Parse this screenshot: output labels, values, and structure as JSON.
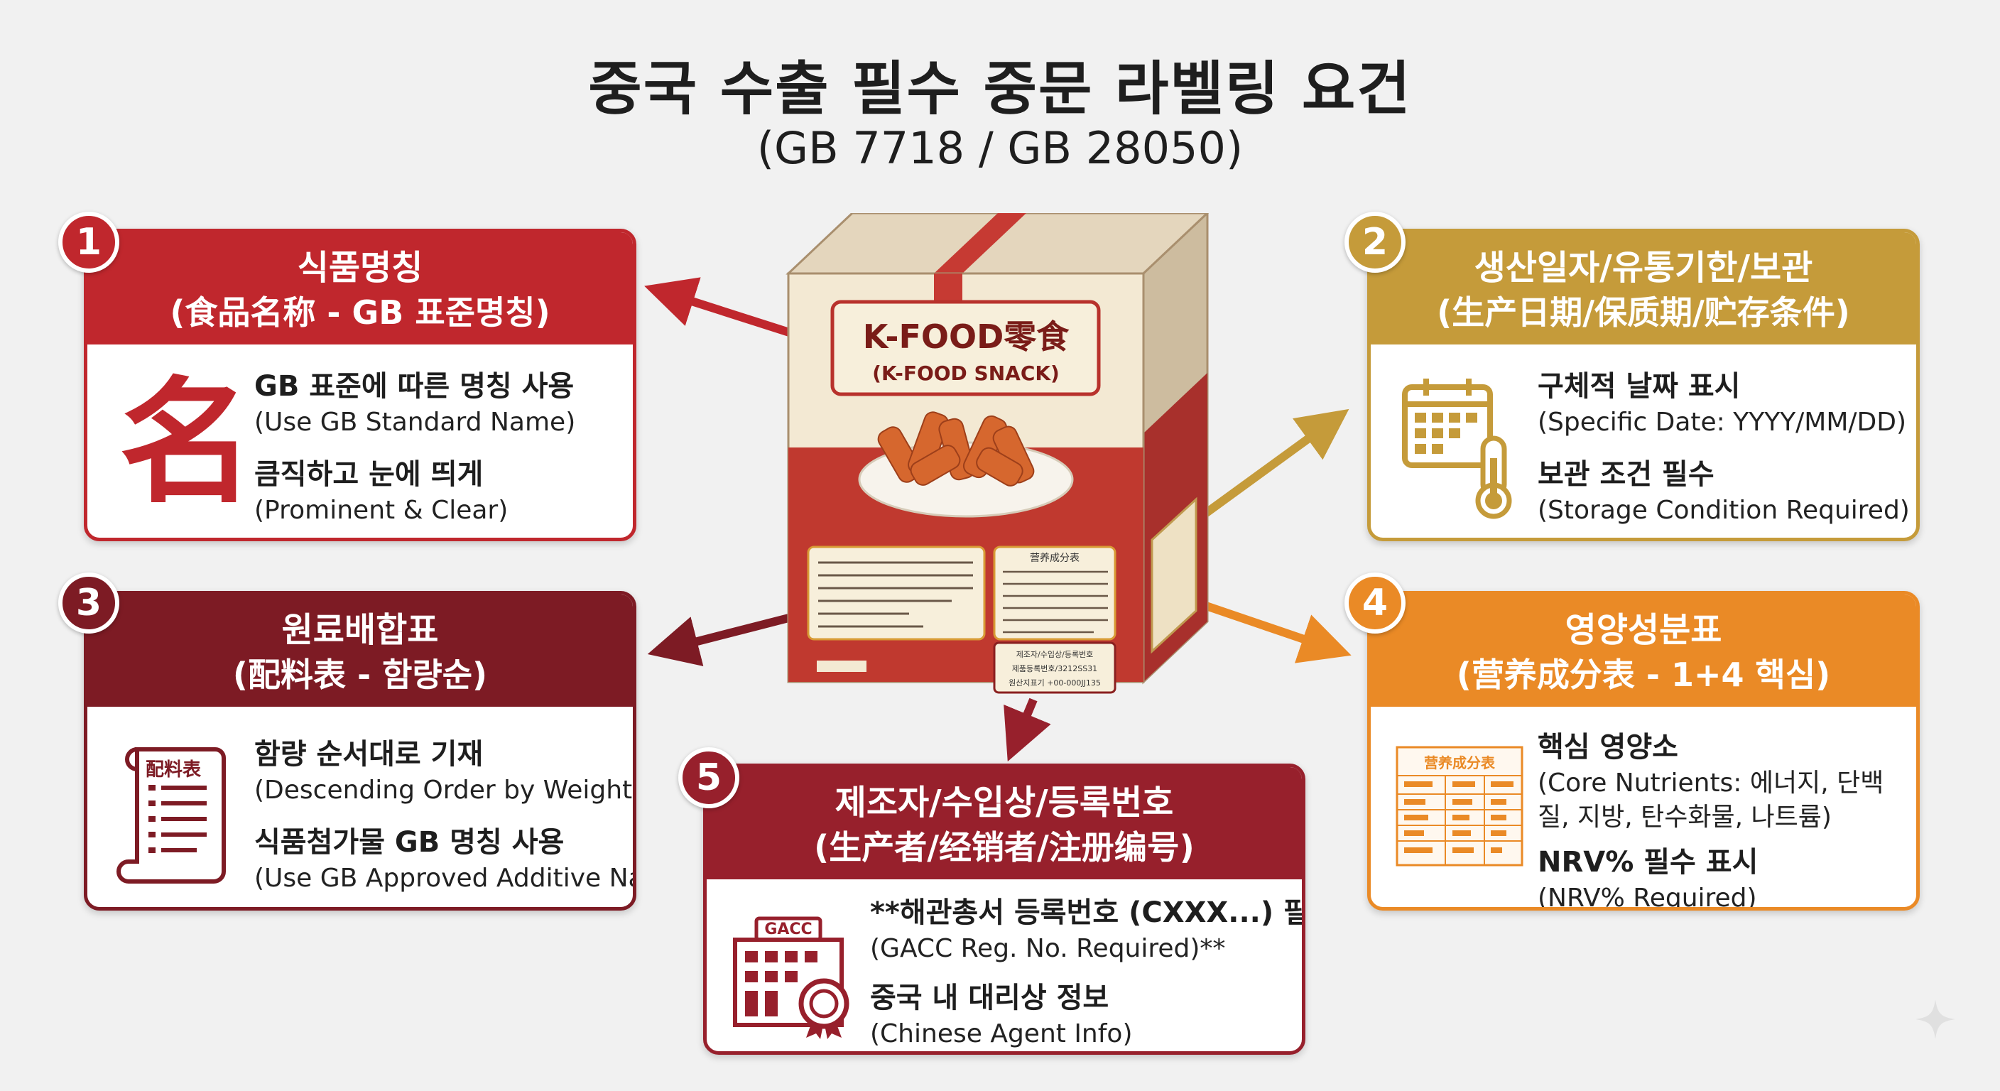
{
  "header": {
    "title": "중국 수출 필수 중문 라벨링 요건",
    "subtitle": "(GB 7718 / GB 28050)"
  },
  "colors": {
    "card1": "#c0272d",
    "card2": "#c59b3a",
    "card3": "#7d1b24",
    "card4": "#ea8a26",
    "card5": "#97202c",
    "background": "#f1f1f1"
  },
  "product": {
    "name": "K-FOOD零食",
    "name_en": "(K-FOOD SNACK)",
    "nutrition_title": "营养成分表",
    "registration_lines": [
      "제조자/수입상/등록번호",
      "제품등록번호/3212SS31",
      "원산지표기 +00-000JJ135"
    ]
  },
  "cards": [
    {
      "number": "1",
      "title": "식품명칭",
      "title_zh": "(食品名称 - GB 표준명칭)",
      "icon": "name-character-icon",
      "icon_text": "名",
      "items": [
        {
          "main": "GB 표준에 따른 명칭 사용",
          "sub": "(Use GB Standard Name)"
        },
        {
          "main": "큼직하고 눈에 띄게",
          "sub": "(Prominent & Clear)"
        }
      ]
    },
    {
      "number": "2",
      "title": "생산일자/유통기한/보관",
      "title_zh": "(生产日期/保质期/贮存条件)",
      "icon": "calendar-thermometer-icon",
      "items": [
        {
          "main": "구체적 날짜 표시",
          "sub": "(Specific Date: YYYY/MM/DD)"
        },
        {
          "main": "보관 조건 필수",
          "sub": "(Storage Condition Required)"
        }
      ]
    },
    {
      "number": "3",
      "title": "원료배합표",
      "title_zh": "(配料表 - 함량순)",
      "icon": "scroll-icon",
      "icon_text": "配料表",
      "items": [
        {
          "main": "함량 순서대로 기재",
          "sub": "(Descending Order by Weight)"
        },
        {
          "main": "식품첨가물 GB 명칭 사용",
          "sub": "(Use GB Approved Additive Names)"
        }
      ]
    },
    {
      "number": "4",
      "title": "영양성분표",
      "title_zh": "(营养成分表 - 1+4 핵심)",
      "icon": "nutrition-table-icon",
      "icon_text": "营养成分表",
      "items": [
        {
          "main": "핵심 영양소",
          "sub": "(Core Nutrients: 에너지, 단백질, 지방, 탄수화물, 나트륨)"
        },
        {
          "main": "NRV% 필수 표시",
          "sub": "(NRV% Required)"
        }
      ]
    },
    {
      "number": "5",
      "title": "제조자/수입상/등록번호",
      "title_zh": "(生产者/经销者/注册编号)",
      "icon": "gacc-building-icon",
      "icon_text": "GACC",
      "items": [
        {
          "main": "**해관총서 등록번호 (CXXX...) 필수",
          "sub": "(GACC Reg. No. Required)**"
        },
        {
          "main": "중국 내 대리상 정보",
          "sub": "(Chinese Agent Info)"
        }
      ]
    }
  ]
}
